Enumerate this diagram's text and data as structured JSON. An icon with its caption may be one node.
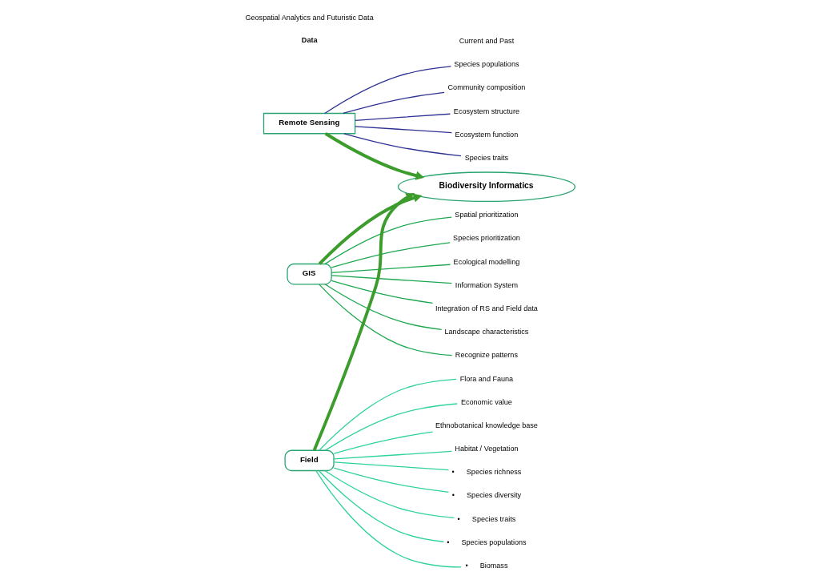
{
  "diagram": {
    "nodes": [
      {
        "text": [
          "Remote Sensing"
        ]
      },
      {
        "text": [
          "Biodiversity Informatics"
        ]
      },
      {
        "text": [
          "GIS"
        ]
      },
      {
        "text": [
          "Field"
        ]
      },
      {
        "text": [
          "Community composition"
        ]
      },
      {
        "text": [
          "Ecosystem structure"
        ]
      },
      {
        "text": [
          "Ecosystem function"
        ]
      },
      {
        "text": [
          "Species traits"
        ]
      },
      {
        "text": [
          "Species populations"
        ]
      },
      {
        "text": [
          "Integration of RS and Field data"
        ]
      },
      {
        "text": [
          "Landscape characteristics"
        ]
      },
      {
        "text": [
          "Recognize patterns"
        ]
      },
      {
        "text": [
          "Spatial prioritization"
        ]
      },
      {
        "text": [
          "Species prioritization"
        ]
      },
      {
        "text": [
          "Ecological modelling"
        ]
      },
      {
        "text": [
          "Information System"
        ]
      },
      {
        "text": [
          "Habitat / Vegetation"
        ]
      },
      {
        "text": [
          "•      Species richness"
        ]
      },
      {
        "text": [
          "•      Species diversity"
        ]
      },
      {
        "text": [
          "•      Species traits"
        ]
      },
      {
        "text": [
          "•      Species populations"
        ]
      },
      {
        "text": [
          "•      Biomass"
        ]
      },
      {
        "text": [
          "Flora and Fauna"
        ]
      },
      {
        "text": [
          "Economic value"
        ]
      },
      {
        "text": [
          "Ethnobotanical knowledge base"
        ]
      }
    ],
    "edges": [
      {
        "from": 0,
        "to": 1,
        "arrow": "to",
        "style": "thick",
        "color": "#3c9c2c"
      },
      {
        "from": 2,
        "to": 1,
        "arrow": "to",
        "style": "thick",
        "color": "#3c9c2c"
      },
      {
        "from": 3,
        "to": 1,
        "arrow": "to",
        "style": "thick",
        "color": "#3c9c2c"
      },
      {
        "from": 0,
        "to": 4,
        "arrow": "none",
        "color": "#2e3192"
      },
      {
        "from": 0,
        "to": 5,
        "arrow": "none",
        "color": "#2e3192"
      },
      {
        "from": 0,
        "to": 6,
        "arrow": "none",
        "color": "#2e3192"
      },
      {
        "from": 0,
        "to": 7,
        "arrow": "none",
        "color": "#2e3192"
      },
      {
        "from": 0,
        "to": 8,
        "arrow": "none",
        "color": "#2e3192"
      },
      {
        "from": 2,
        "to": 9,
        "arrow": "none",
        "color": "#1ca84e"
      },
      {
        "from": 2,
        "to": 10,
        "arrow": "none",
        "color": "#1ca84e"
      },
      {
        "from": 2,
        "to": 11,
        "arrow": "none",
        "color": "#1ca84e"
      },
      {
        "from": 2,
        "to": 12,
        "arrow": "none",
        "color": "#1ca84e"
      },
      {
        "from": 2,
        "to": 13,
        "arrow": "none",
        "color": "#1ca84e"
      },
      {
        "from": 2,
        "to": 14,
        "arrow": "none",
        "color": "#1ca84e"
      },
      {
        "from": 2,
        "to": 15,
        "arrow": "none",
        "color": "#1ca84e"
      },
      {
        "from": 3,
        "to": 16,
        "arrow": "none"
      },
      {
        "from": 3,
        "to": 17,
        "arrow": "none"
      },
      {
        "from": 3,
        "to": 18,
        "arrow": "none"
      },
      {
        "from": 3,
        "to": 19,
        "arrow": "none"
      },
      {
        "from": 3,
        "to": 20,
        "arrow": "none"
      },
      {
        "from": 3,
        "to": 21,
        "arrow": "none"
      },
      {
        "from": 3,
        "to": 22,
        "arrow": "none"
      },
      {
        "from": 3,
        "to": 23,
        "arrow": "none"
      },
      {
        "from": 3,
        "to": 24,
        "arrow": "none"
      }
    ],
    "labels": [
      "Data",
      "Current and Past",
      "Geospatial Analytics and Futuristic Data"
    ]
  }
}
